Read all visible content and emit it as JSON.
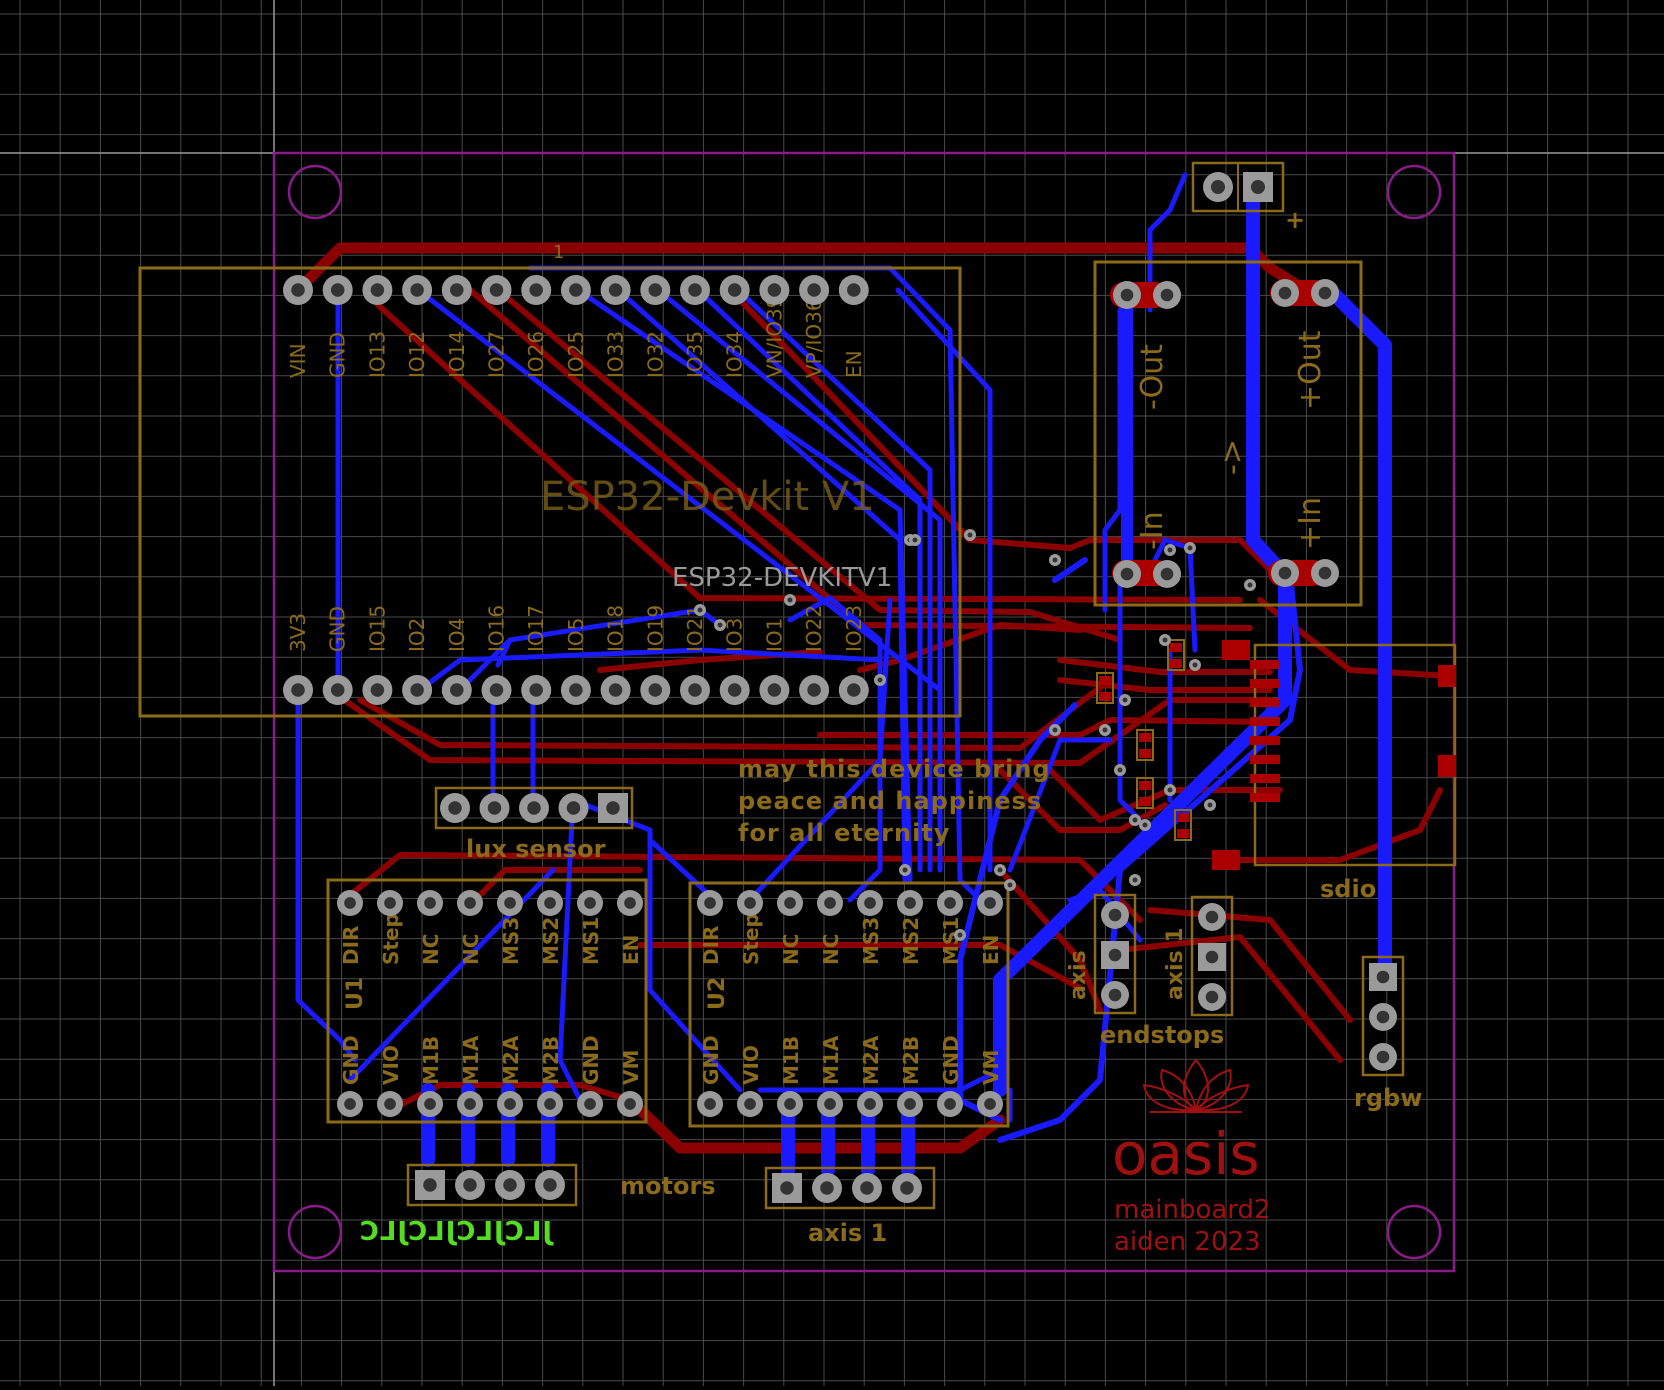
{
  "colors": {
    "background": "#000000",
    "grid": "#4a4a4a",
    "board_outline": "#8b1a8b",
    "top_copper": "#8b0000",
    "bottom_copper": "#1a1aff",
    "silkscreen": "#8b6b1a",
    "pad": "#9a9a9a",
    "pad_hole": "#333333",
    "smd_pad": "#aa0000",
    "legend_green": "#55dd22",
    "logo_red": "#a01010"
  },
  "esp32": {
    "name": "ESP32-Devkit V1",
    "value": "ESP32-DEVKITV1",
    "pin1_marker": "1",
    "top_pins": [
      "VIN",
      "GND",
      "IO13",
      "IO12",
      "IO14",
      "IO27",
      "IO26",
      "IO25",
      "IO33",
      "IO32",
      "IO35",
      "IO34",
      "VN/IO39",
      "VP/IO36",
      "EN"
    ],
    "bottom_pins": [
      "3V3",
      "GND",
      "IO15",
      "IO2",
      "IO4",
      "IO16",
      "IO17",
      "IO5",
      "IO18",
      "IO19",
      "IO21",
      "IO3",
      "IO1",
      "IO22",
      "IO23"
    ]
  },
  "drivers": {
    "u1": {
      "ref": "U1"
    },
    "u2": {
      "ref": "U2"
    },
    "top_pins": [
      "DIR",
      "Step",
      "NC",
      "NC",
      "MS3",
      "MS2",
      "MS1",
      "EN"
    ],
    "bottom_pins": [
      "GND",
      "VIO",
      "M1B",
      "M1A",
      "M2A",
      "M2B",
      "GND",
      "VM"
    ]
  },
  "converter": {
    "labels": [
      "-Out",
      "+Out",
      "-In",
      "+In",
      "->"
    ]
  },
  "labels": {
    "lux_sensor": "lux sensor",
    "motors": "motors",
    "axis1": "axis 1",
    "endstops": "endstops",
    "axis_left": "axis",
    "axis_right": "axis 1",
    "rgbw": "rgbw",
    "sdio": "sdio",
    "plus": "+",
    "blessing": [
      "may this device bring",
      "peace and happiness",
      "for all eternity"
    ],
    "logo": "oasis",
    "board_name": "mainboard2",
    "author": "aiden 2023",
    "mirrored_legend": "JLCJLCJLCJLC"
  }
}
